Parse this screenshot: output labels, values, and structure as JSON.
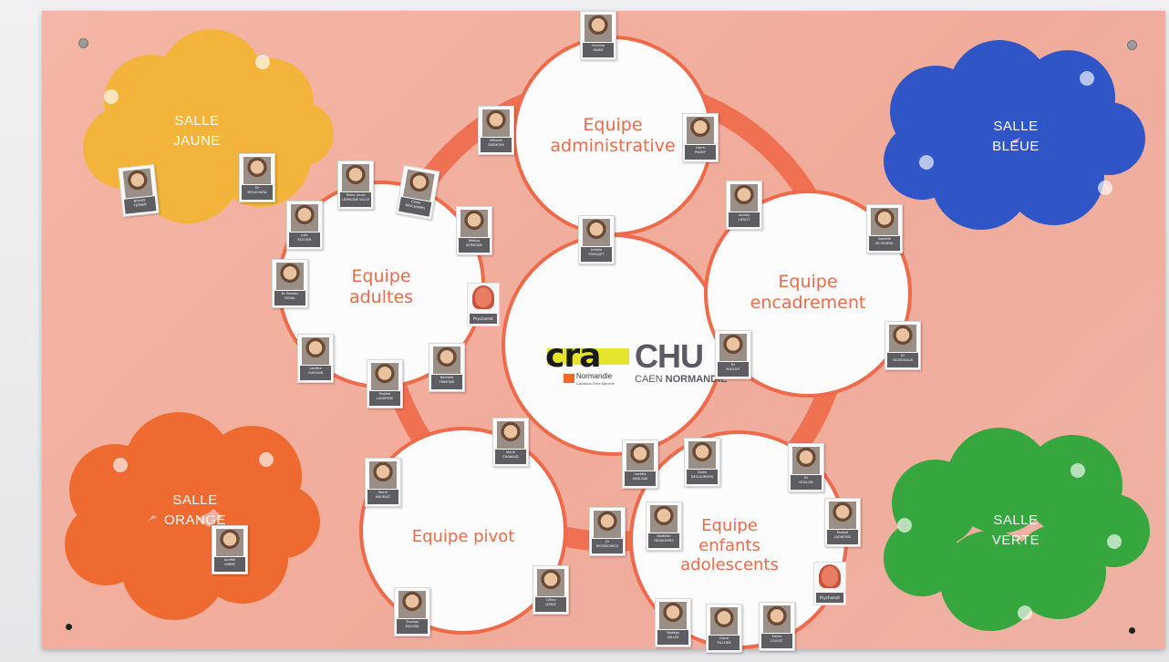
{
  "clouds": {
    "jaune": {
      "line1": "SALLE",
      "line2": "JAUNE",
      "color": "#f2b43a"
    },
    "bleue": {
      "line1": "SALLE",
      "line2": "BLEUE",
      "color": "#2f55c7"
    },
    "orange": {
      "line1": "SALLE",
      "line2": "ORANGE",
      "color": "#ee6a30"
    },
    "verte": {
      "line1": "SALLE",
      "line2": "VERTE",
      "color": "#36a63e"
    }
  },
  "teams": {
    "administrative": {
      "line1": "Equipe",
      "line2": "administrative"
    },
    "adultes": {
      "line1": "Equipe",
      "line2": "adultes"
    },
    "encadrement": {
      "line1": "Equipe",
      "line2": "encadrement"
    },
    "pivot": {
      "line1": "Equipe pivot"
    },
    "enfants": {
      "line1": "Equipe",
      "line2": "enfants",
      "line3": "adolescents"
    }
  },
  "logo": {
    "cra": "cra",
    "normandie": "Normandie",
    "cra_sub": "Calvados Orne Manche",
    "chu": "CHU",
    "caen": "CAEN",
    "caen_bold": "NORMANDIE"
  },
  "photos": {
    "charline": {
      "name": "Charline",
      "surname": "MARIE"
    },
    "melanie": {
      "name": "Mélanie",
      "surname": "DESMONS"
    },
    "laura": {
      "name": "Laura",
      "surname": "PAGNY"
    },
    "audrey": {
      "name": "Audrey",
      "surname": "LIEVOT"
    },
    "juliette": {
      "name": "Juliette",
      "surname": "PORQUET"
    },
    "isabelle": {
      "name": "Isabelle",
      "surname": "DE MORTEL"
    },
    "maelys": {
      "name": "Maëlys",
      "surname": "SERVIGNE"
    },
    "dr_mousseaux": {
      "name": "Dr",
      "surname": "MOUSSEAUX"
    },
    "dr_machut": {
      "name": "Dr",
      "surname": "MACHUT"
    },
    "mireille": {
      "name": "Marie-Laure",
      "surname": "LESPAGNE VALCE"
    },
    "claire_desiree": {
      "name": "Claire",
      "surname": "DESCHAMPS"
    },
    "julie": {
      "name": "Julie",
      "surname": "ROCHER"
    },
    "dr_damien": {
      "name": "Dr Damien",
      "surname": "DUVAL"
    },
    "laetitia_a": {
      "name": "Laetitia",
      "surname": "GUEGUIN"
    },
    "pauline_l": {
      "name": "Pauline",
      "surname": "LAGHERSE"
    },
    "nathalie": {
      "name": "Nathalie",
      "surname": "FRIMOND"
    },
    "psychomot": {
      "name": "Psychomot"
    },
    "brenda": {
      "name": "Brenda",
      "surname": "TESSIER"
    },
    "dr_mouchard": {
      "name": "Dr",
      "surname": "MOUCHARD"
    },
    "marie_chabaud": {
      "name": "Marie",
      "surname": "CHABAUD"
    },
    "marie_mauduit": {
      "name": "Marie",
      "surname": "MAUDUIT"
    },
    "aurelie": {
      "name": "Aurélie",
      "surname": "AUBRY"
    },
    "celine": {
      "name": "Céline",
      "surname": "LEMEE"
    },
    "thomas": {
      "name": "Thomas",
      "surname": "MOLENS"
    },
    "laetitia_e": {
      "name": "Laetitia",
      "surname": "ANGLADE"
    },
    "claire_d": {
      "name": "Claire",
      "surname": "DESLAURIERS"
    },
    "dr_goulon": {
      "name": "Dr",
      "surname": "GOULON"
    },
    "dr_mozo": {
      "name": "Dr",
      "surname": "MOSZKOWICZ"
    },
    "matilda": {
      "name": "Mathilde",
      "surname": "DESNOYERS"
    },
    "pauline_e": {
      "name": "Pauline",
      "surname": "LAGHERSE"
    },
    "psychomot2": {
      "name": "Psychomot"
    },
    "nadege": {
      "name": "Nadège",
      "surname": "VALLEE"
    },
    "claire_p": {
      "name": "Claire",
      "surname": "PILCHEN"
    },
    "emilie": {
      "name": "Emilie",
      "surname": "LOUVET"
    }
  }
}
